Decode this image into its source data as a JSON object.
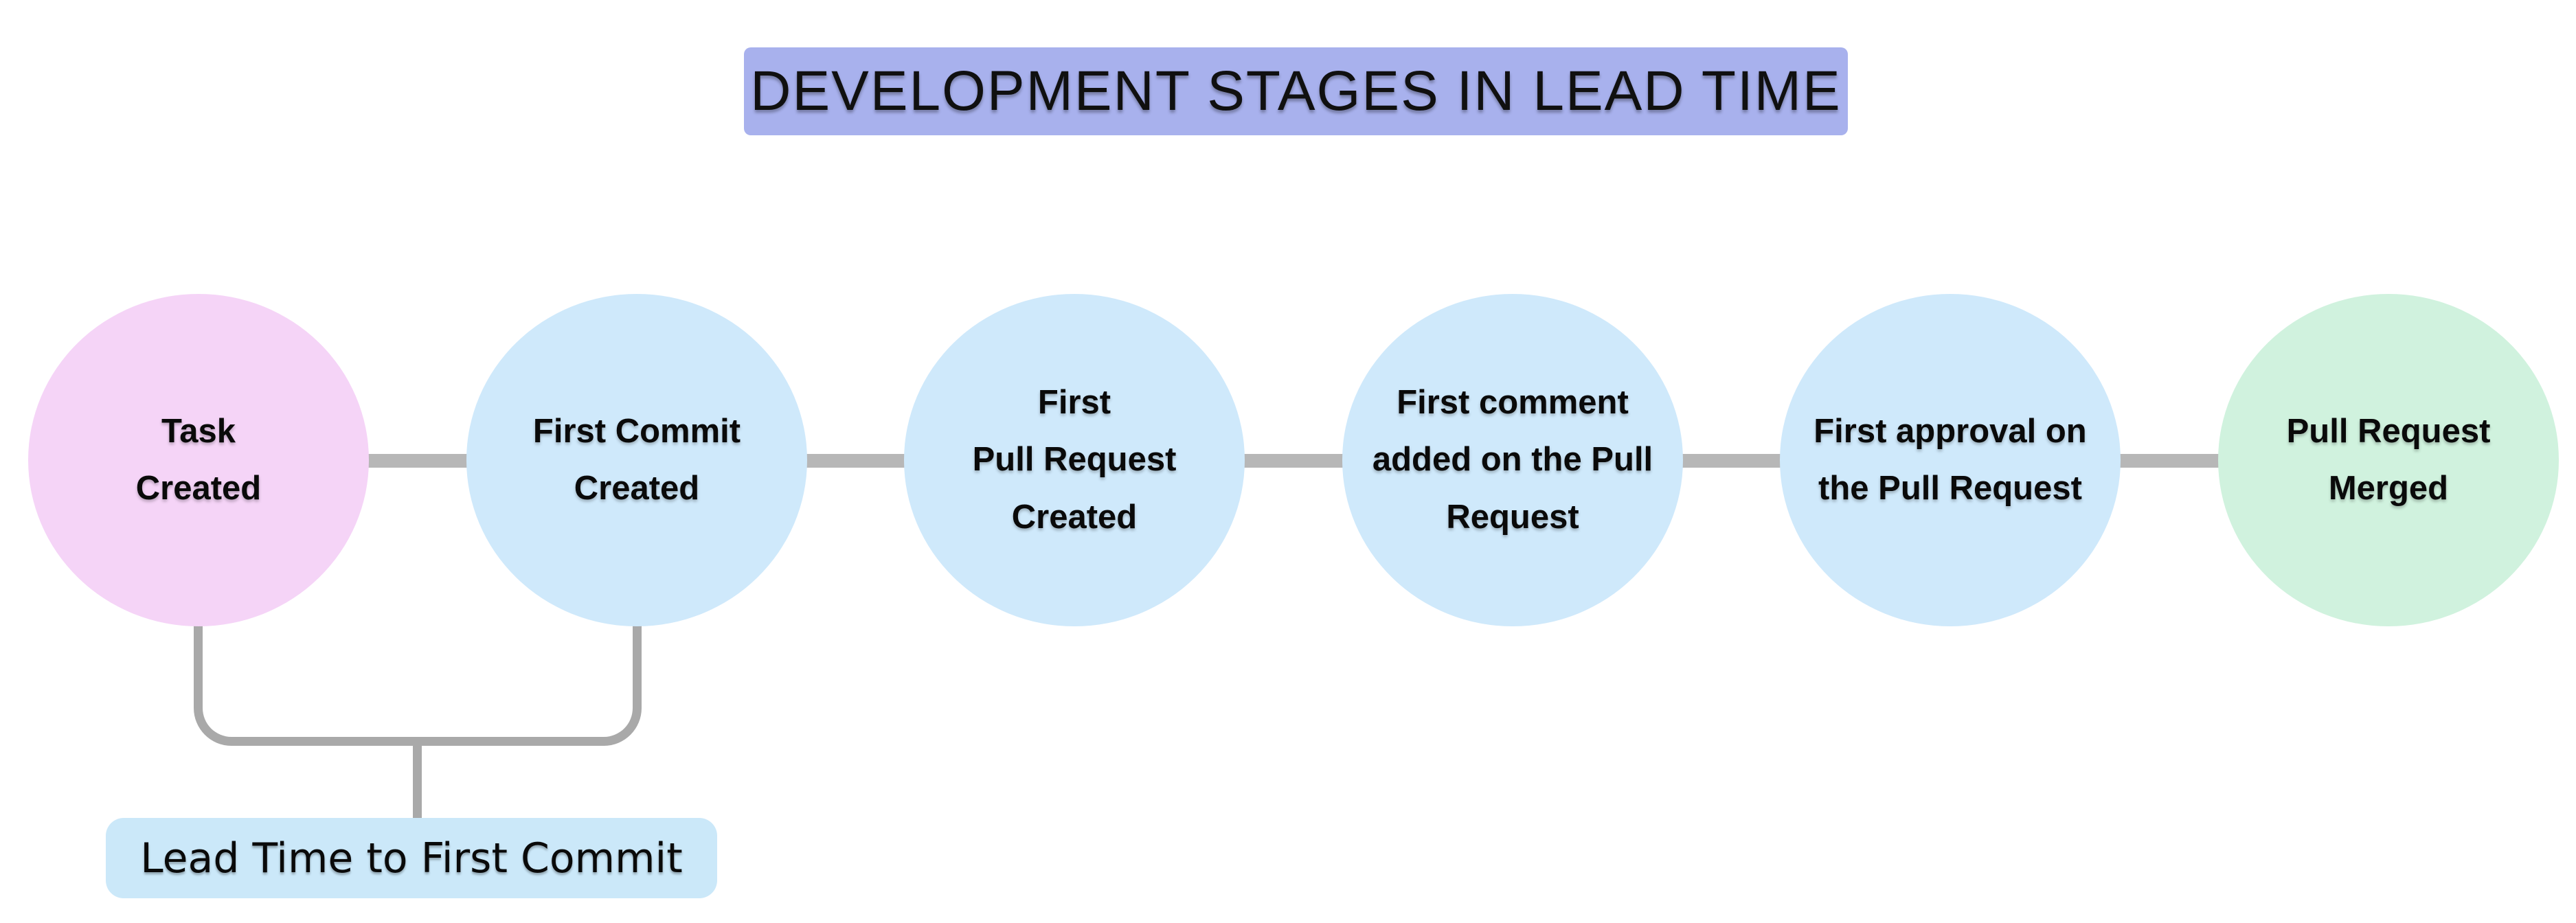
{
  "title": "DEVELOPMENT STAGES IN LEAD TIME",
  "colors": {
    "title_bg": "#a8b1ed",
    "stage_pink": "#f5d4f7",
    "stage_blue": "#cfe9fb",
    "stage_green": "#d0f2de",
    "connector_gray": "#b7b7b7",
    "bracket_gray": "#a9a9a9",
    "annotation_bg": "#cbe8f9",
    "text": "#0a0a0a"
  },
  "stages": [
    {
      "label": "Task\nCreated",
      "color": "#f5d4f7"
    },
    {
      "label": "First Commit\nCreated",
      "color": "#cfe9fb"
    },
    {
      "label": "First\nPull Request\nCreated",
      "color": "#cfe9fb"
    },
    {
      "label": "First comment\nadded on the Pull\nRequest",
      "color": "#cfe9fb"
    },
    {
      "label": "First approval on\nthe Pull Request",
      "color": "#cfe9fb"
    },
    {
      "label": "Pull Request\nMerged",
      "color": "#d0f2de"
    }
  ],
  "annotation": {
    "label": "Lead Time to First Commit"
  }
}
